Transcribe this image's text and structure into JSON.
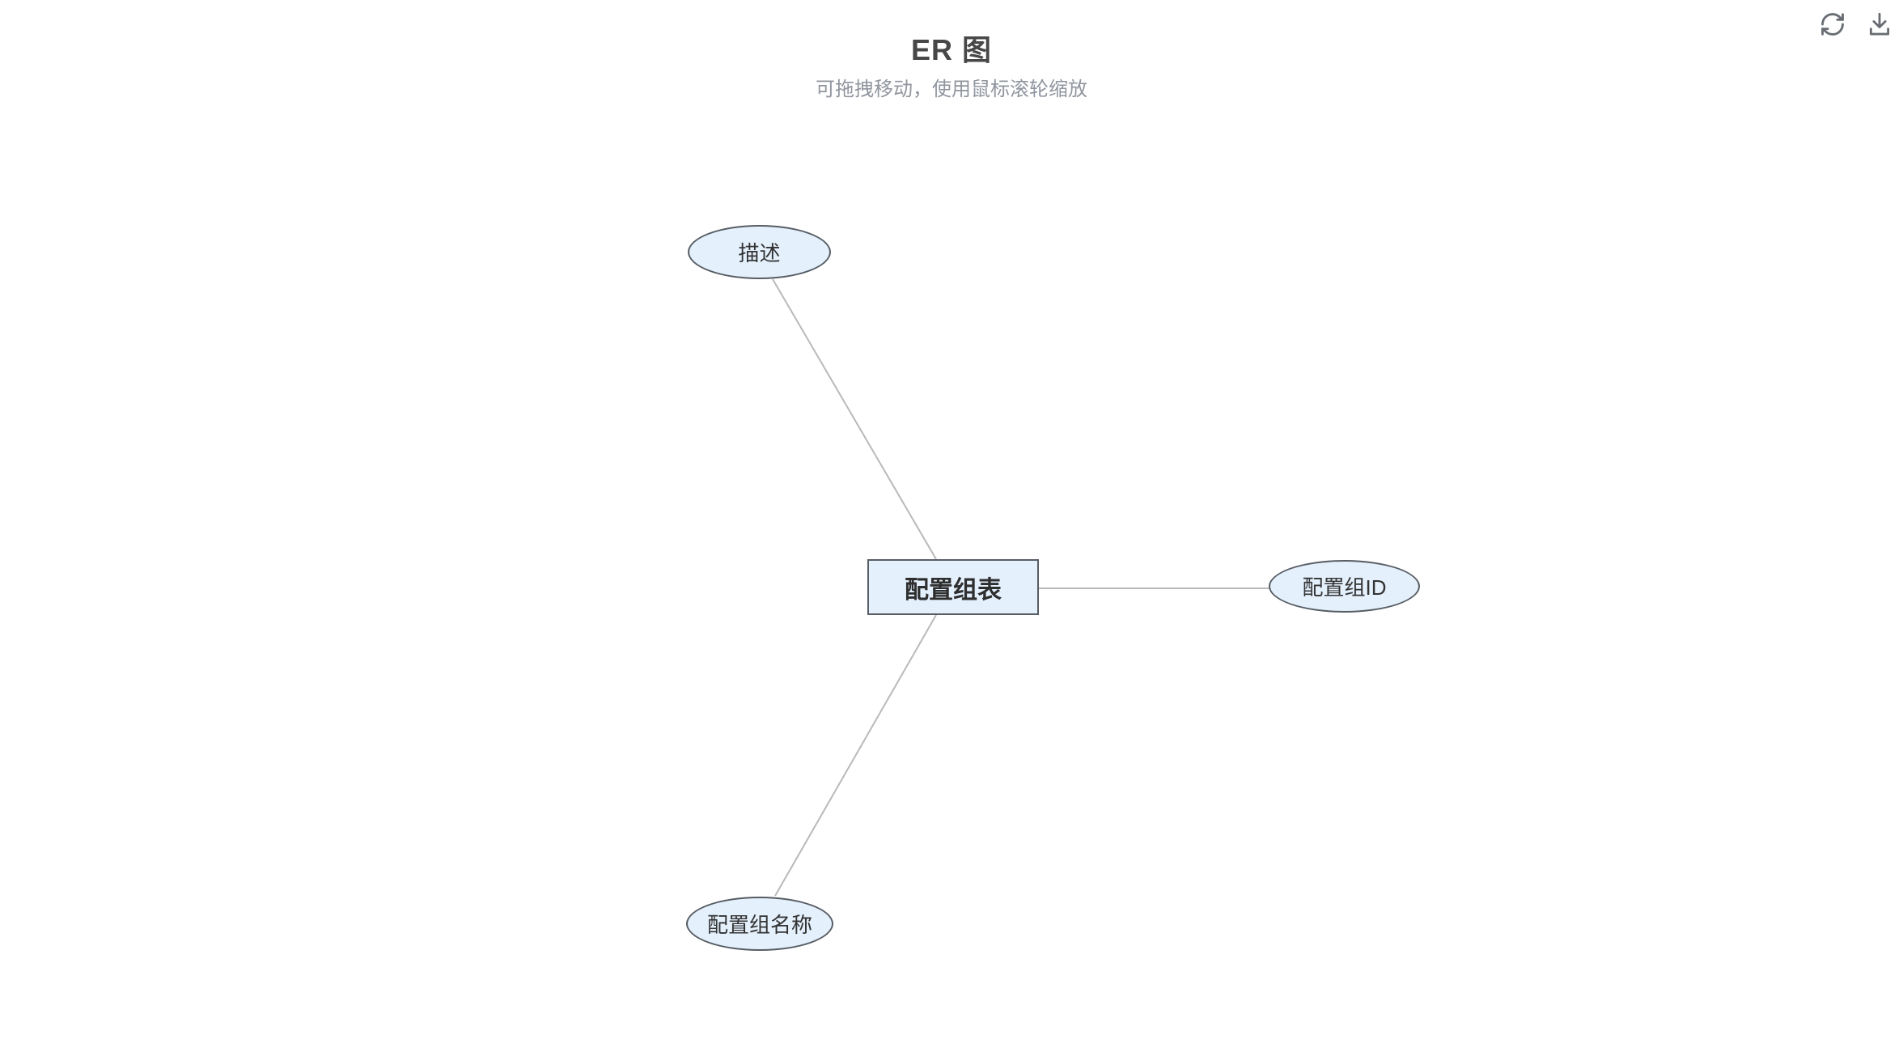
{
  "header": {
    "title": "ER 图",
    "subtitle": "可拖拽移动，使用鼠标滚轮缩放"
  },
  "toolbar": {
    "refresh": {
      "icon": "refresh-icon",
      "shape": "circular-arrows"
    },
    "download": {
      "icon": "download-icon",
      "shape": "arrow-down-into-tray"
    }
  },
  "diagram": {
    "type": "er-diagram",
    "entity": {
      "label": "配置组表"
    },
    "attributes": [
      {
        "label": "描述"
      },
      {
        "label": "配置组ID"
      },
      {
        "label": "配置组名称"
      }
    ],
    "edges": [
      {
        "from": "配置组表",
        "to": "描述"
      },
      {
        "from": "配置组表",
        "to": "配置组ID"
      },
      {
        "from": "配置组表",
        "to": "配置组名称"
      }
    ]
  },
  "colors": {
    "node_fill": "#e4f0fc",
    "node_border": "#575d64",
    "edge": "#b9b9b9",
    "title_text": "#474747",
    "subtitle_text": "#90959e",
    "icon": "#696d73"
  }
}
